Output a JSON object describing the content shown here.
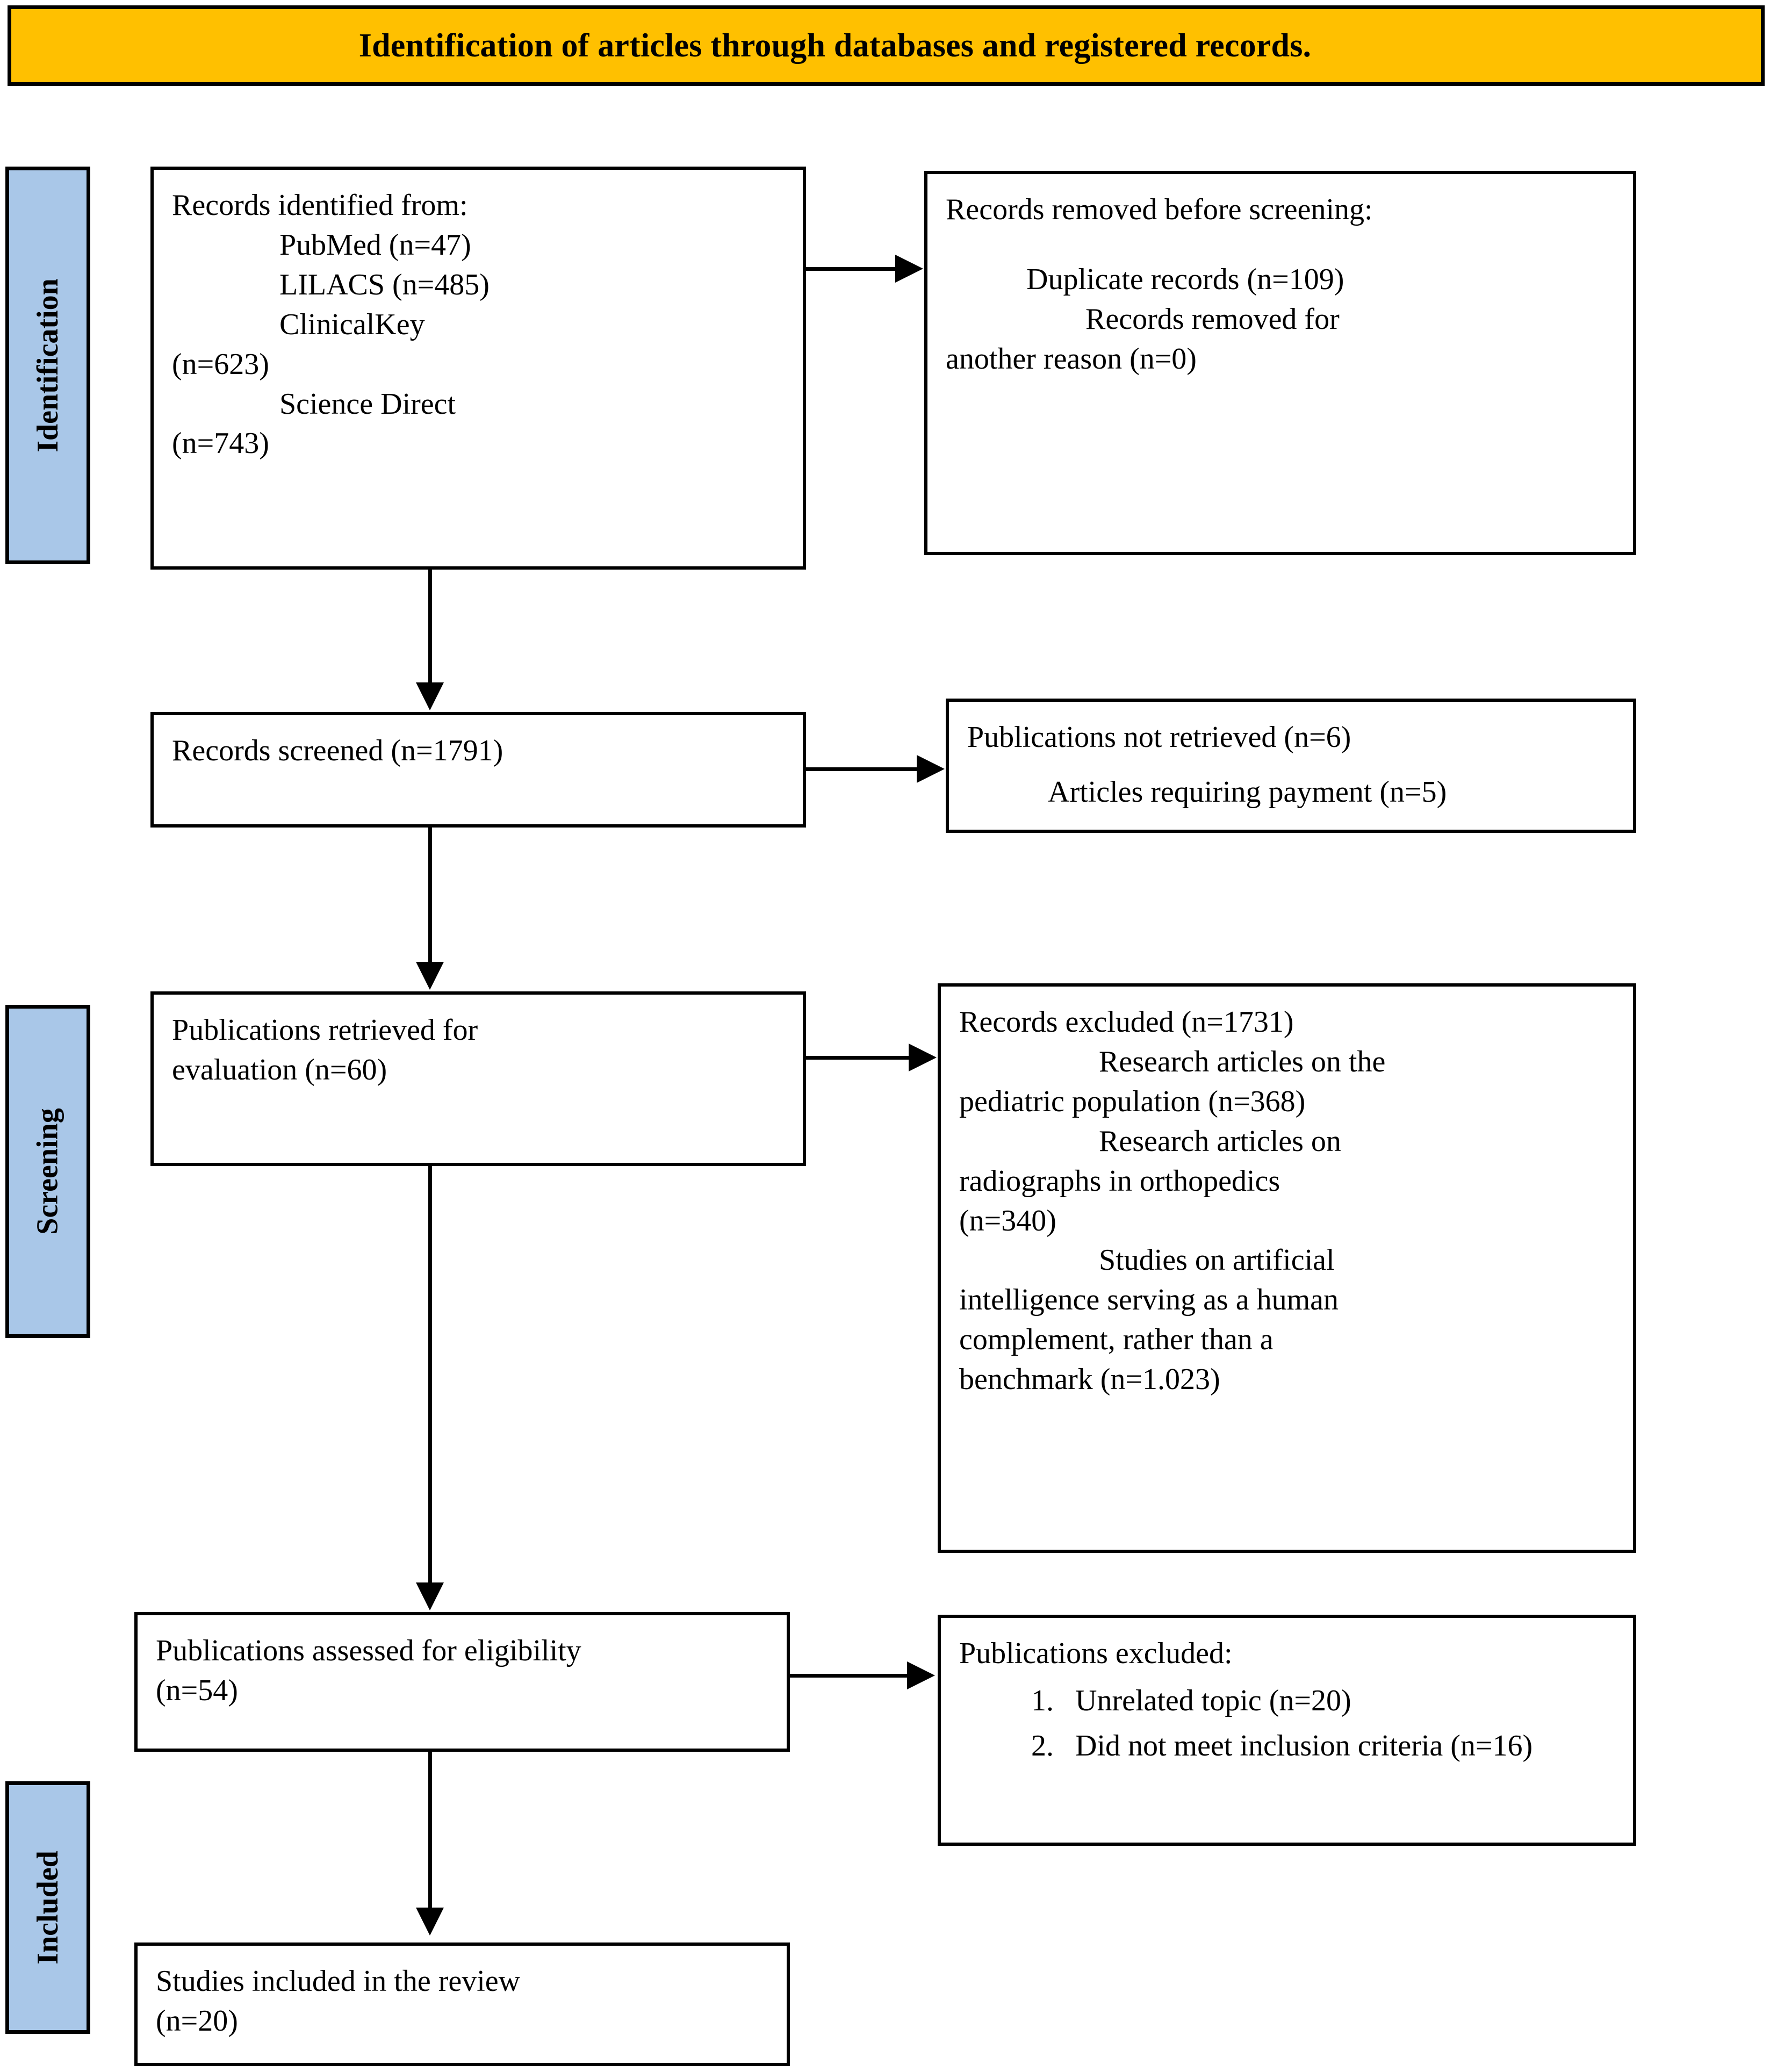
{
  "banner": {
    "title": "Identification of articles through databases and registered records."
  },
  "phases": [
    {
      "id": "identification",
      "label": "Identification"
    },
    {
      "id": "screening",
      "label": "Screening"
    },
    {
      "id": "included",
      "label": "Included"
    }
  ],
  "boxes": {
    "identified": {
      "line1": "Records identified from:",
      "line2": "PubMed (n=47)",
      "line3": "LILACS (n=485)",
      "line4": "ClinicalKey",
      "line5": "(n=623)",
      "line6": "Science Direct",
      "line7": "(n=743)"
    },
    "removed": {
      "line1": "Records removed before screening:",
      "line2": "Duplicate records (n=109)",
      "line3": "Records removed for",
      "line4": "another reason (n=0)"
    },
    "screened": {
      "line1": "Records screened (n=1791)"
    },
    "not_retrieved": {
      "line1": "Publications not retrieved (n=6)",
      "line2": "Articles requiring payment  (n=5)"
    },
    "retrieved": {
      "line1": "Publications retrieved for",
      "line2": "evaluation (n=60)"
    },
    "excluded": {
      "line1": "Records excluded (n=1731)",
      "line2": "Research articles on the",
      "line3": "pediatric population (n=368)",
      "line4": "Research articles on",
      "line5": "radiographs in orthopedics",
      "line6": "(n=340)",
      "line7": "Studies on artificial",
      "line8": "intelligence serving as a human",
      "line9": "complement, rather than a",
      "line10": "benchmark (n=1.023)"
    },
    "eligibility": {
      "line1": "Publications assessed for eligibility",
      "line2": "(n=54)"
    },
    "publications_excluded": {
      "line1": "Publications excluded:",
      "items": [
        "Unrelated topic (n=20)",
        "Did not meet inclusion",
        "criteria (n=16)"
      ],
      "item1": "Unrelated topic (n=20)",
      "item2": "Did not meet inclusion criteria (n=16)"
    },
    "included": {
      "line1": "Studies included in the review",
      "line2": "(n=20)"
    }
  },
  "colors": {
    "banner_fill": "#FFC000",
    "phase_fill": "#A9C7E8",
    "stroke": "#000000",
    "box_fill": "#FFFFFF"
  }
}
